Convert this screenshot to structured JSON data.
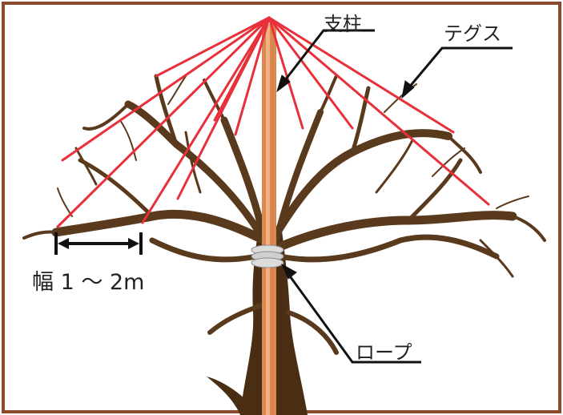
{
  "labels": {
    "pole": "支柱",
    "fishing_line": "テグス",
    "rope": "ロープ",
    "width": "幅 1 ～ 2m"
  },
  "colors": {
    "frame": "#8b4a2b",
    "pole": "#d9864f",
    "pole_highlight": "#f2b184",
    "lines": "#e8303a",
    "branches": "#5a3a1c",
    "trunk": "#4a2e14",
    "rope": "#c8c8c8",
    "arrows": "#111111"
  }
}
